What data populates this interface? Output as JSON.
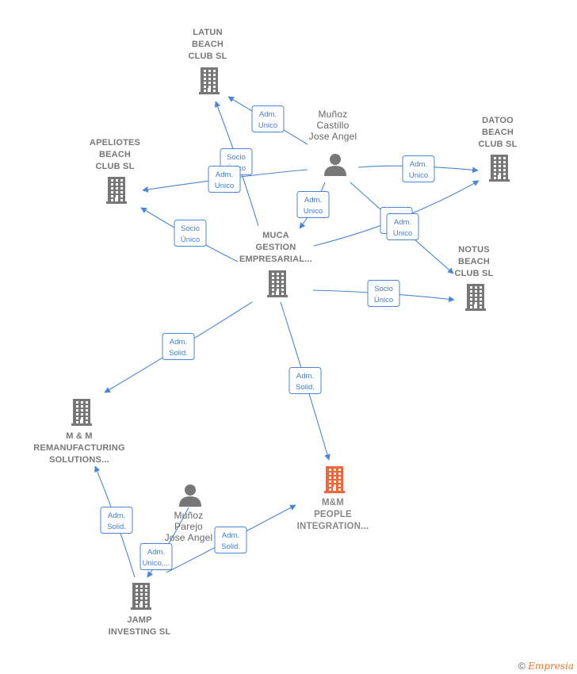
{
  "colors": {
    "edge": "#4a86d4",
    "building": "#777777",
    "focus": "#f0653a",
    "person": "#777777"
  },
  "nodes": [
    {
      "id": "latun",
      "type": "company",
      "label": [
        "LATUN",
        "BEACH",
        "CLUB  SL"
      ]
    },
    {
      "id": "datoo",
      "type": "company",
      "label": [
        "DATOO",
        "BEACH",
        "CLUB  SL"
      ]
    },
    {
      "id": "apeliotes",
      "type": "company",
      "label": [
        "APELIOTES",
        "BEACH",
        "CLUB  SL"
      ]
    },
    {
      "id": "munoz_castillo",
      "type": "person",
      "label": [
        "Muñoz",
        "Castillo",
        "Jose Angel"
      ]
    },
    {
      "id": "muca",
      "type": "company",
      "label": [
        "MUCA",
        "GESTION",
        "EMPRESARIAL..."
      ]
    },
    {
      "id": "notus",
      "type": "company",
      "label": [
        "NOTUS",
        "BEACH",
        "CLUB  SL"
      ]
    },
    {
      "id": "mm_reman",
      "type": "company",
      "label": [
        "M & M",
        "REMANUFACTURING",
        "SOLUTIONS..."
      ]
    },
    {
      "id": "mm_people",
      "type": "focus",
      "label": [
        "M&M",
        "PEOPLE",
        "INTEGRATION..."
      ]
    },
    {
      "id": "munoz_parejo",
      "type": "person",
      "label": [
        "Muñoz",
        "Parejo",
        "Jose Angel"
      ]
    },
    {
      "id": "jamp",
      "type": "company",
      "label": [
        "JAMP",
        "INVESTING  SL"
      ]
    }
  ],
  "edges": [
    {
      "id": "e1",
      "label": [
        "Adm.",
        "Unico"
      ]
    },
    {
      "id": "e2",
      "label": [
        "Socio",
        "Único"
      ]
    },
    {
      "id": "e3",
      "label": [
        "Adm.",
        "Unico"
      ]
    },
    {
      "id": "e4",
      "label": [
        "Adm.",
        "Unico"
      ]
    },
    {
      "id": "e5",
      "label": [
        "Adm.",
        "Unico"
      ]
    },
    {
      "id": "e6",
      "label": [
        "Socio",
        "Único"
      ]
    },
    {
      "id": "e7",
      "label": [
        "Adm.",
        "Unico"
      ]
    },
    {
      "id": "e8",
      "label": [
        "Adm.",
        "Unico"
      ]
    },
    {
      "id": "e9",
      "label": [
        "Socio",
        "Único"
      ]
    },
    {
      "id": "e10",
      "label": [
        "Adm.",
        "Solid."
      ]
    },
    {
      "id": "e11",
      "label": [
        "Adm.",
        "Solid."
      ]
    },
    {
      "id": "e12",
      "label": [
        "Adm.",
        "Solid."
      ]
    },
    {
      "id": "e13",
      "label": [
        "Adm.",
        "Unico,..."
      ]
    },
    {
      "id": "e14",
      "label": [
        "Adm.",
        "Solid."
      ]
    }
  ],
  "footer": {
    "copyright": "©",
    "brand": "Empresia"
  }
}
